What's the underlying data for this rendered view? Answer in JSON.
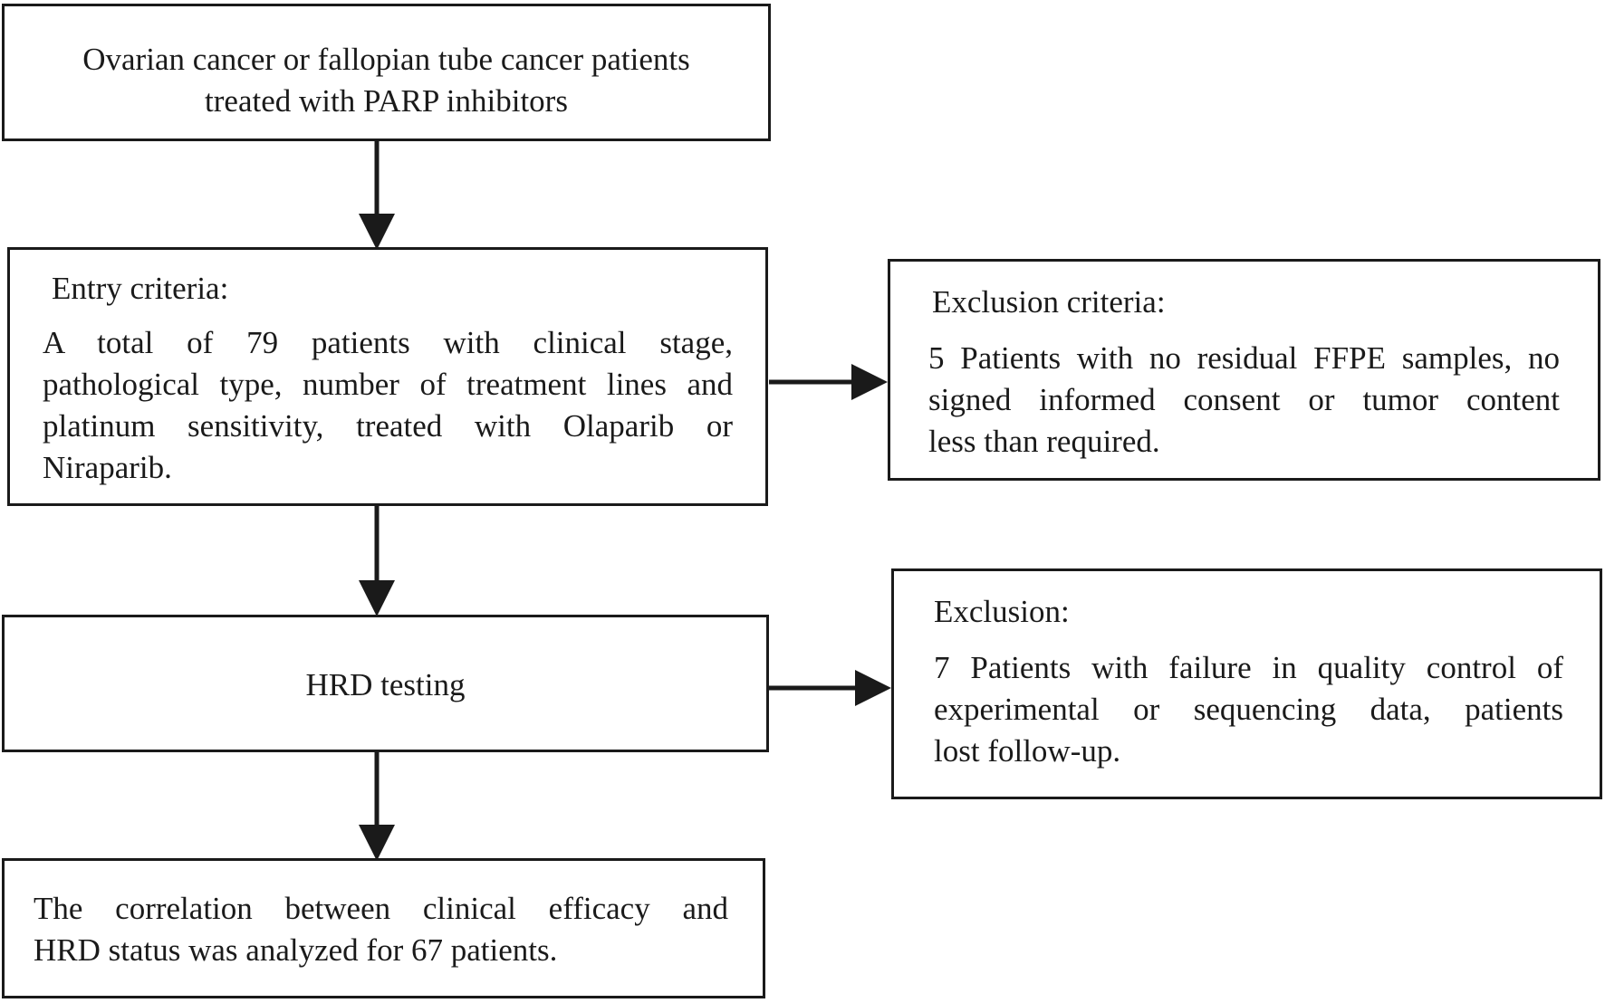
{
  "flowchart": {
    "start_box": {
      "lines": [
        "Ovarian cancer or fallopian tube cancer patients",
        "treated  with PARP inhibitors"
      ]
    },
    "entry_box": {
      "heading": "Entry criteria:",
      "lines": [
        "A total of 79 patients with clinical stage,",
        "pathological type,  number of treatment lines and",
        "platinum sensitivity, treated  with Olaparib or",
        "Niraparib."
      ]
    },
    "exclusion_criteria_box": {
      "heading": "Exclusion criteria:",
      "lines": [
        "5 Patients with no residual FFPE  samples, no",
        "signed informed  consent or tumor content",
        "less than required."
      ]
    },
    "hrd_box": {
      "label": "HRD testing"
    },
    "exclusion_box": {
      "heading": "Exclusion:",
      "lines": [
        "7 Patients with failure in quality control of",
        "experimental or  sequencing data,  patients",
        "lost follow-up."
      ]
    },
    "result_box": {
      "lines": [
        "The correlation between clinical  efficacy and",
        "HRD status was analyzed for 67 patients."
      ]
    }
  }
}
